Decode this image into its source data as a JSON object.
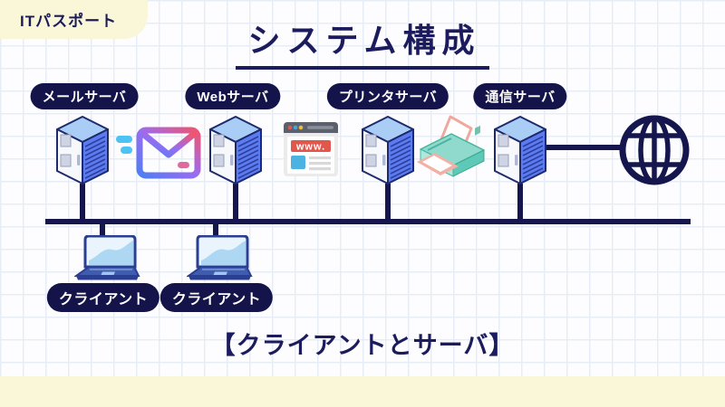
{
  "badge": {
    "label": "ITパスポート"
  },
  "title": {
    "text": "システム構成"
  },
  "caption": {
    "text": "【クライアントとサーバ】"
  },
  "servers": [
    {
      "id": "mail-server",
      "label": "メールサーバ"
    },
    {
      "id": "web-server",
      "label": "Webサーバ"
    },
    {
      "id": "printer-server",
      "label": "プリンタサーバ"
    },
    {
      "id": "comm-server",
      "label": "通信サーバ"
    }
  ],
  "clients": [
    {
      "label": "クライアント"
    },
    {
      "label": "クライアント"
    }
  ],
  "icons": {
    "mail": "mail-envelope-icon",
    "web": "browser-www-icon",
    "web_text": "www.",
    "printer": "printer-icon",
    "internet": "globe-icon",
    "server": "server-tower-icon",
    "client": "laptop-icon"
  },
  "colors": {
    "navy_line": "#16164e",
    "pill_bg": "#14144a",
    "cream": "#faf6d8",
    "title_navy": "#1b1b5e",
    "server_blue": "#5b7cf0",
    "server_top": "#aacdf6",
    "mail_gradient": [
      "#4f7ef2",
      "#9a6cf2",
      "#ee5570"
    ],
    "mail_dash_blue": "#4cc3f4",
    "www_red": "#e2574c",
    "www_blue": "#4cb2e2",
    "printer_teal": "#8fdacc",
    "printer_pink": "#f2b0a6",
    "laptop_blue": "#3f5cae",
    "laptop_screen": "#aed7f4"
  }
}
